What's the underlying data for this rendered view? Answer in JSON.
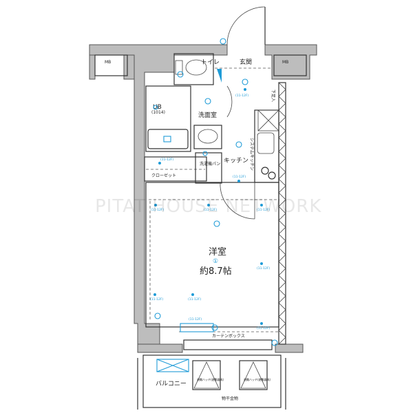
{
  "rooms": {
    "mb_left": "MB",
    "mb_right": "MB",
    "toilet": "トイレ",
    "entrance": "玄関",
    "unit_bath": "UB",
    "unit_bath_size": "(1014)",
    "washroom": "洗面室",
    "kitchen": "キッチン",
    "washer_pan": "洗濯機パン",
    "closet": "クローゼット",
    "system_kitchen": "システムキッチン",
    "shoe_box": "下足入",
    "western_room": "洋室",
    "room_number": "①",
    "room_size": "約8.7帖",
    "curtain_box": "カーテンボックス",
    "balcony": "バルコニー",
    "escape_hatch_1": "避難ハッチ(避難器具)",
    "escape_hatch_2": "避難ハッチ(避難器具)",
    "laundry_rail": "物干金物"
  },
  "fixture_label": "(11-12F)",
  "watermark": "PITAT HOUSE NETWORK",
  "colors": {
    "equipment": "#1e9bd7",
    "wall": "#bdbdbd"
  }
}
